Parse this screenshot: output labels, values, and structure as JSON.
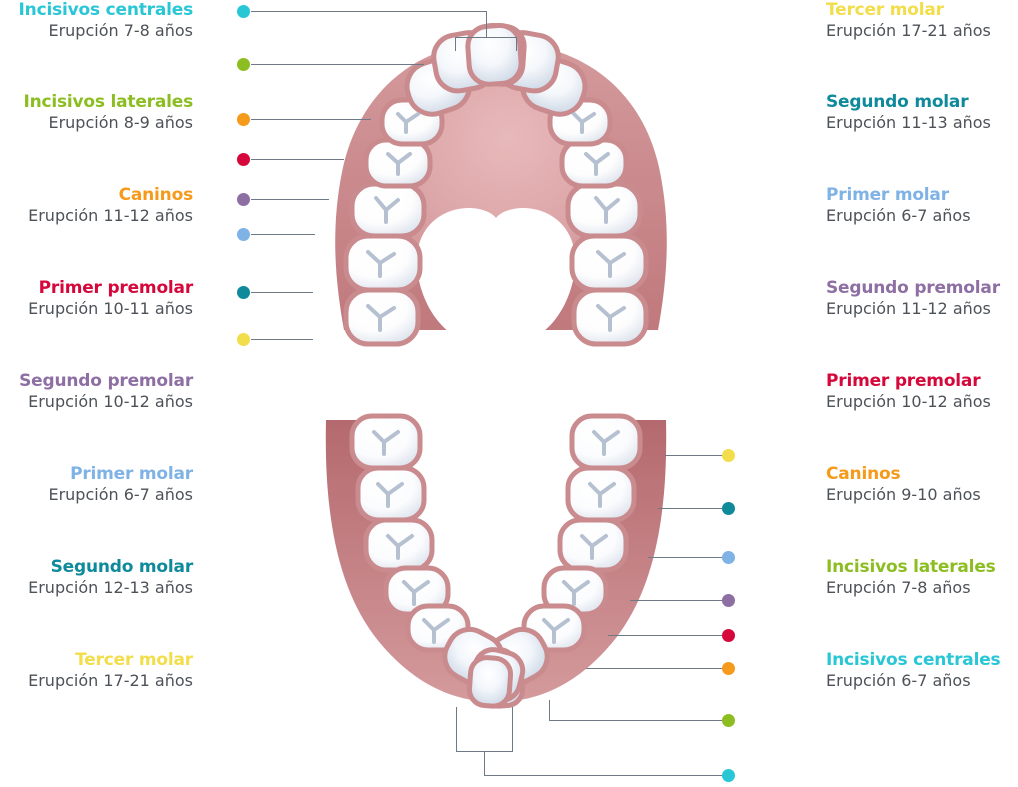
{
  "diagram": {
    "title_semantic": "permanent-teeth-eruption-chart",
    "language": "es",
    "eruption_word": "Erupción"
  },
  "colors": {
    "cyan": "#29c7d6",
    "green": "#8cbe22",
    "orange": "#f59a1b",
    "red": "#d6083b",
    "purple": "#8e6fa3",
    "lightblue": "#7fb2e5",
    "teal": "#0e8a9b",
    "yellow": "#f2dd4a",
    "text_sub": "#4d5258",
    "line": "#6d7a85",
    "gum": "#c98b8e",
    "gum_light": "#e5b4b5",
    "tooth": "#ffffff",
    "fissure": "#a9b7c9"
  },
  "upper_left_labels": [
    {
      "name": "Incisivos centrales",
      "eruption": "Erupción 7-8 años",
      "color": "#29c7d6"
    },
    {
      "name": "Incisivos laterales",
      "eruption": "Erupción 8-9 años",
      "color": "#8cbe22"
    },
    {
      "name": "Caninos",
      "eruption": "Erupción 11-12 años",
      "color": "#f59a1b"
    },
    {
      "name": "Primer premolar",
      "eruption": "Erupción 10-11 años",
      "color": "#d6083b"
    },
    {
      "name": "Segundo premolar",
      "eruption": "Erupción 10-12 años",
      "color": "#8e6fa3"
    },
    {
      "name": "Primer molar",
      "eruption": "Erupción 6-7 años",
      "color": "#7fb2e5"
    },
    {
      "name": "Segundo molar",
      "eruption": "Erupción 12-13 años",
      "color": "#0e8a9b"
    },
    {
      "name": "Tercer molar",
      "eruption": "Erupción 17-21 años",
      "color": "#f2dd4a"
    }
  ],
  "upper_right_labels": [
    {
      "name": "Tercer molar",
      "eruption": "Erupción 17-21 años",
      "color": "#f2dd4a"
    },
    {
      "name": "Segundo molar",
      "eruption": "Erupción 11-13 años",
      "color": "#0e8a9b"
    },
    {
      "name": "Primer molar",
      "eruption": "Erupción 6-7 años",
      "color": "#7fb2e5"
    },
    {
      "name": "Segundo premolar",
      "eruption": "Erupción 11-12 años",
      "color": "#8e6fa3"
    },
    {
      "name": "Primer premolar",
      "eruption": "Erupción 10-12 años",
      "color": "#d6083b"
    },
    {
      "name": "Caninos",
      "eruption": "Erupción 9-10 años",
      "color": "#f59a1b"
    },
    {
      "name": "Incisivos laterales",
      "eruption": "Erupción 7-8 años",
      "color": "#8cbe22"
    },
    {
      "name": "Incisivos centrales",
      "eruption": "Erupción 6-7 años",
      "color": "#29c7d6"
    }
  ],
  "upper_left_dots": [
    {
      "color": "#29c7d6",
      "tooth": "central-incisor"
    },
    {
      "color": "#8cbe22",
      "tooth": "lateral-incisor"
    },
    {
      "color": "#f59a1b",
      "tooth": "canine"
    },
    {
      "color": "#d6083b",
      "tooth": "first-premolar"
    },
    {
      "color": "#8e6fa3",
      "tooth": "second-premolar"
    },
    {
      "color": "#7fb2e5",
      "tooth": "first-molar"
    },
    {
      "color": "#0e8a9b",
      "tooth": "second-molar"
    },
    {
      "color": "#f2dd4a",
      "tooth": "third-molar"
    }
  ],
  "lower_right_dots": [
    {
      "color": "#f2dd4a",
      "tooth": "third-molar"
    },
    {
      "color": "#0e8a9b",
      "tooth": "second-molar"
    },
    {
      "color": "#7fb2e5",
      "tooth": "first-molar"
    },
    {
      "color": "#8e6fa3",
      "tooth": "second-premolar"
    },
    {
      "color": "#d6083b",
      "tooth": "first-premolar"
    },
    {
      "color": "#f59a1b",
      "tooth": "canine"
    },
    {
      "color": "#8cbe22",
      "tooth": "lateral-incisor"
    },
    {
      "color": "#29c7d6",
      "tooth": "central-incisor"
    }
  ],
  "arches": {
    "upper": "maxillary-arch-occlusal-view",
    "lower": "mandibular-arch-occlusal-view"
  }
}
